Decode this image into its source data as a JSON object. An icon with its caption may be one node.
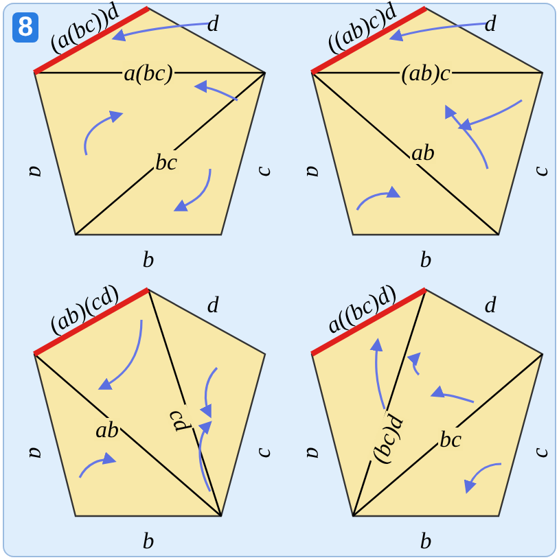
{
  "diagram": {
    "nodes": [
      {
        "text": [
          "(a(bc))d",
          "d",
          "a(bc)",
          "bc",
          "a",
          "c",
          "b"
        ]
      },
      {
        "text": [
          "((ab)c)d",
          "d",
          "(ab)c",
          "ab",
          "a",
          "c",
          "b"
        ]
      },
      {
        "text": [
          "(ab)(cd)",
          "d",
          "cd",
          "ab",
          "a",
          "c",
          "b"
        ]
      },
      {
        "text": [
          "a((bc)d)",
          "d",
          "(bc)d",
          "bc",
          "a",
          "c",
          "b"
        ]
      }
    ],
    "labels": [
      "8"
    ]
  }
}
